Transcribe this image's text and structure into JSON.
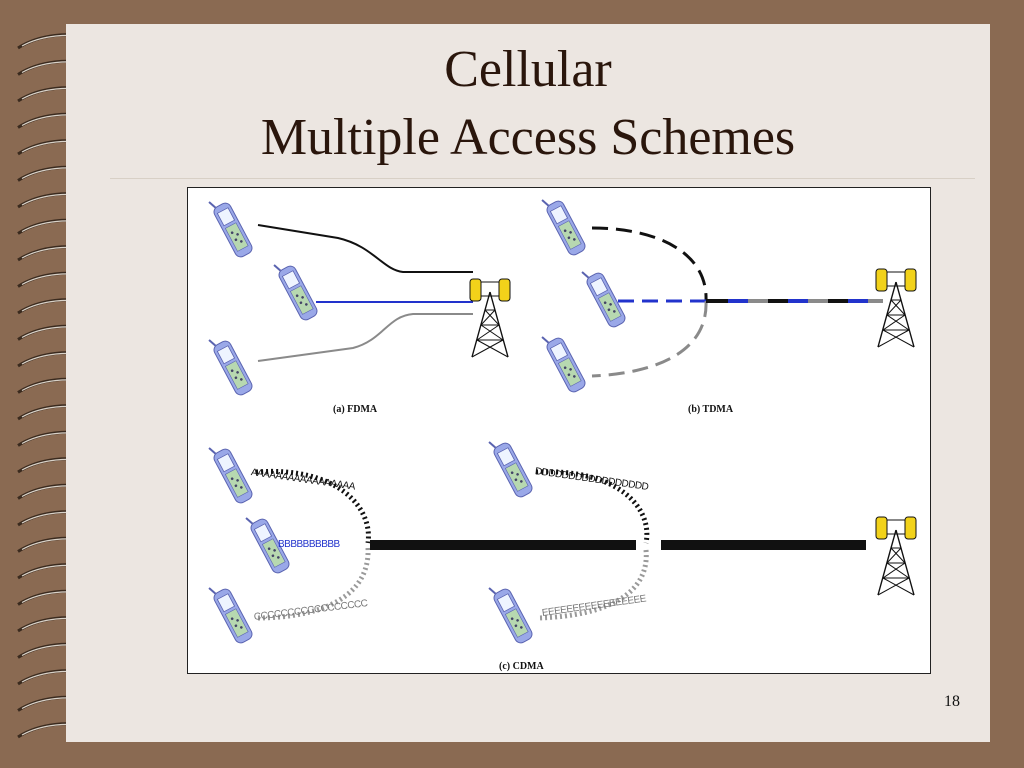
{
  "slide": {
    "title_line1": "Cellular",
    "title_line2": "Multiple Access Schemes",
    "page_number": "18"
  },
  "figure": {
    "captions": {
      "fdma": "(a) FDMA",
      "tdma": "(b) TDMA",
      "cdma": "(c) CDMA"
    },
    "cdma_codes": {
      "a": "AAAAAAAAAAAAAAAAA",
      "b": "BBBBBBBBBB",
      "c": "CCCCCCCCCCCCCCCCC",
      "d": "DDDDDDDDDDDDDDDDD",
      "e": "EEEEEEEEEEEEEEEEE"
    }
  },
  "colors": {
    "background": "#8a6a52",
    "page": "#ece6e1",
    "title": "#2a160c",
    "line_black": "#111111",
    "line_blue": "#2233cc",
    "line_gray": "#8a8a8a",
    "antenna_yellow": "#f2d21a"
  }
}
